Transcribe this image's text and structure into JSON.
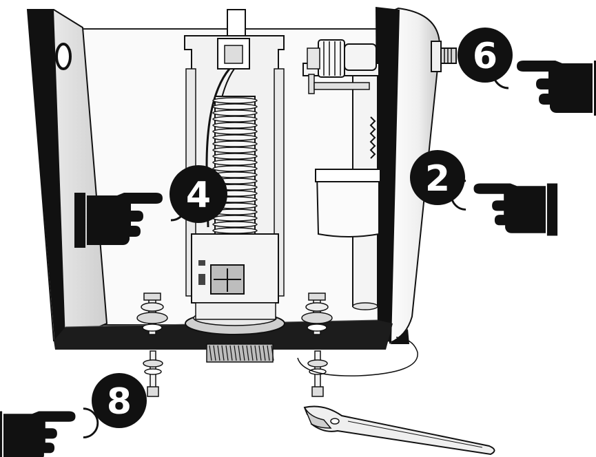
{
  "callouts": [
    {
      "id": "callout-6",
      "label": "6"
    },
    {
      "id": "callout-2",
      "label": "2"
    },
    {
      "id": "callout-4",
      "label": "4"
    },
    {
      "id": "callout-8",
      "label": "8"
    }
  ],
  "icons": [
    "pointing-hand-icon",
    "press-circle-icon",
    "rotate-arrow-icon",
    "wrench-icon"
  ],
  "colors": {
    "ink": "#111111",
    "tank_wall": "#e6e6e6",
    "background": "#ffffff"
  }
}
